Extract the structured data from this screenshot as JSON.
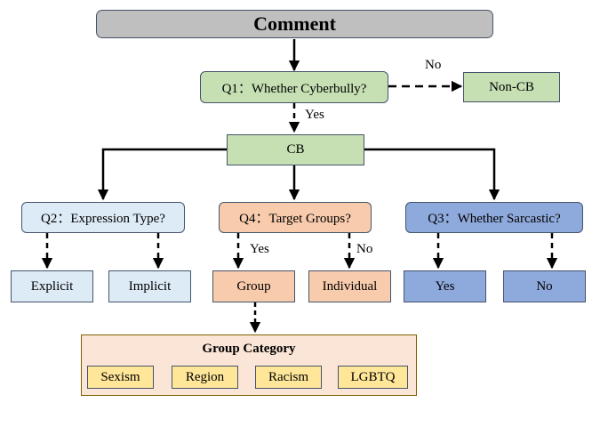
{
  "nodes": {
    "comment": "Comment",
    "q1": "Q1：Whether Cyberbully?",
    "non_cb": "Non-CB",
    "cb": "CB",
    "q2": "Q2：Expression Type?",
    "q4": "Q4：Target Groups?",
    "q3": "Q3：Whether Sarcastic?",
    "explicit": "Explicit",
    "implicit": "Implicit",
    "group": "Group",
    "individual": "Individual",
    "sarcastic_yes": "Yes",
    "sarcastic_no": "No"
  },
  "edge_labels": {
    "q1_no": "No",
    "q1_yes": "Yes",
    "q4_yes": "Yes",
    "q4_no": "No"
  },
  "group_category": {
    "title": "Group Category",
    "items": [
      "Sexism",
      "Region",
      "Racism",
      "LGBTQ"
    ]
  },
  "colors": {
    "comment": "#bfbfbf",
    "green": "#c6e0b4",
    "light_blue": "#ddebf7",
    "peach": "#f8cbad",
    "blue": "#8ea9db",
    "group_box": "#fbe5d6",
    "chip": "#ffe699"
  }
}
